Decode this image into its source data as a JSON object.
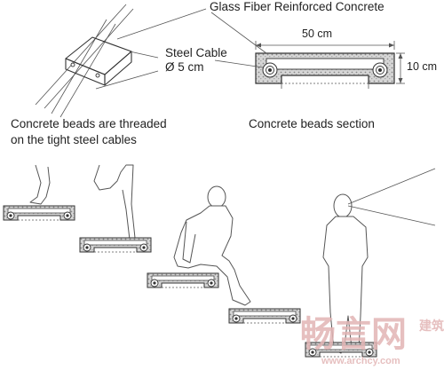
{
  "labels": {
    "material": "Glass Fiber Reinforced Concrete",
    "width": "50 cm",
    "cable_name": "Steel Cable",
    "cable_diameter": "Ø 5 cm",
    "height": "10 cm",
    "beads_caption_line1": "Concrete beads are threaded",
    "beads_caption_line2": "on the tight steel cables",
    "section_caption": "Concrete beads section"
  },
  "watermark": {
    "logo_text": "畅言网",
    "side_text": "建筑",
    "url": "www.archcy.com"
  },
  "colors": {
    "ink": "#333333",
    "aggregate": "#b7b7b7",
    "watermark": "#e2b5b5"
  }
}
